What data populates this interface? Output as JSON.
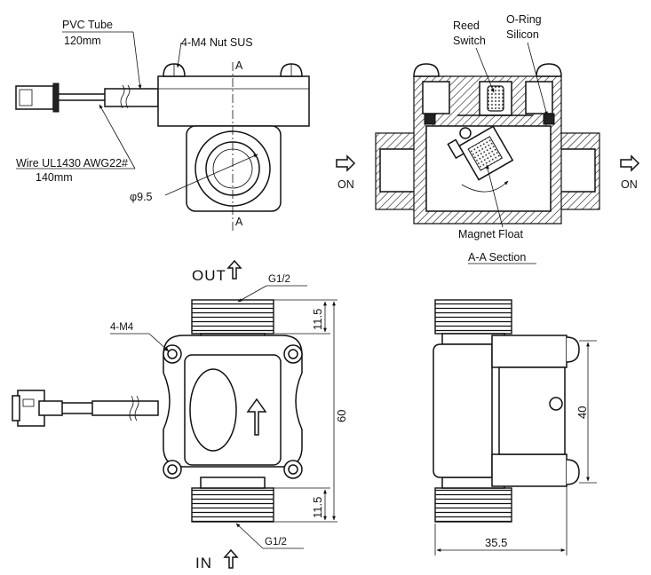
{
  "top_view": {
    "pvc_tube_label": "PVC Tube",
    "pvc_tube_length": "120mm",
    "nut_label": "4-M4 Nut SUS",
    "wire_label": "Wire UL1430 AWG22#",
    "wire_length": "140mm",
    "bore_diameter": "φ9.5",
    "section_mark_top": "A",
    "section_mark_bottom": "A"
  },
  "section_view": {
    "reed_switch_label_line1": "Reed",
    "reed_switch_label_line2": "Switch",
    "oring_label_line1": "O-Ring",
    "oring_label_line2": "Silicon",
    "inlet_flow_label": "ON",
    "outlet_flow_label": "ON",
    "magnet_float_label": "Magnet Float",
    "section_title": "A-A Section"
  },
  "front_view": {
    "out_label": "OUT",
    "in_label": "IN",
    "thread_top_label": "G1/2",
    "thread_bottom_label": "G1/2",
    "mount_holes_label": "4-M4",
    "dim_thread_top": "11.5",
    "dim_thread_bottom": "11.5",
    "dim_total_height": "60"
  },
  "side_view": {
    "dim_height": "40",
    "dim_width": "35.5"
  }
}
